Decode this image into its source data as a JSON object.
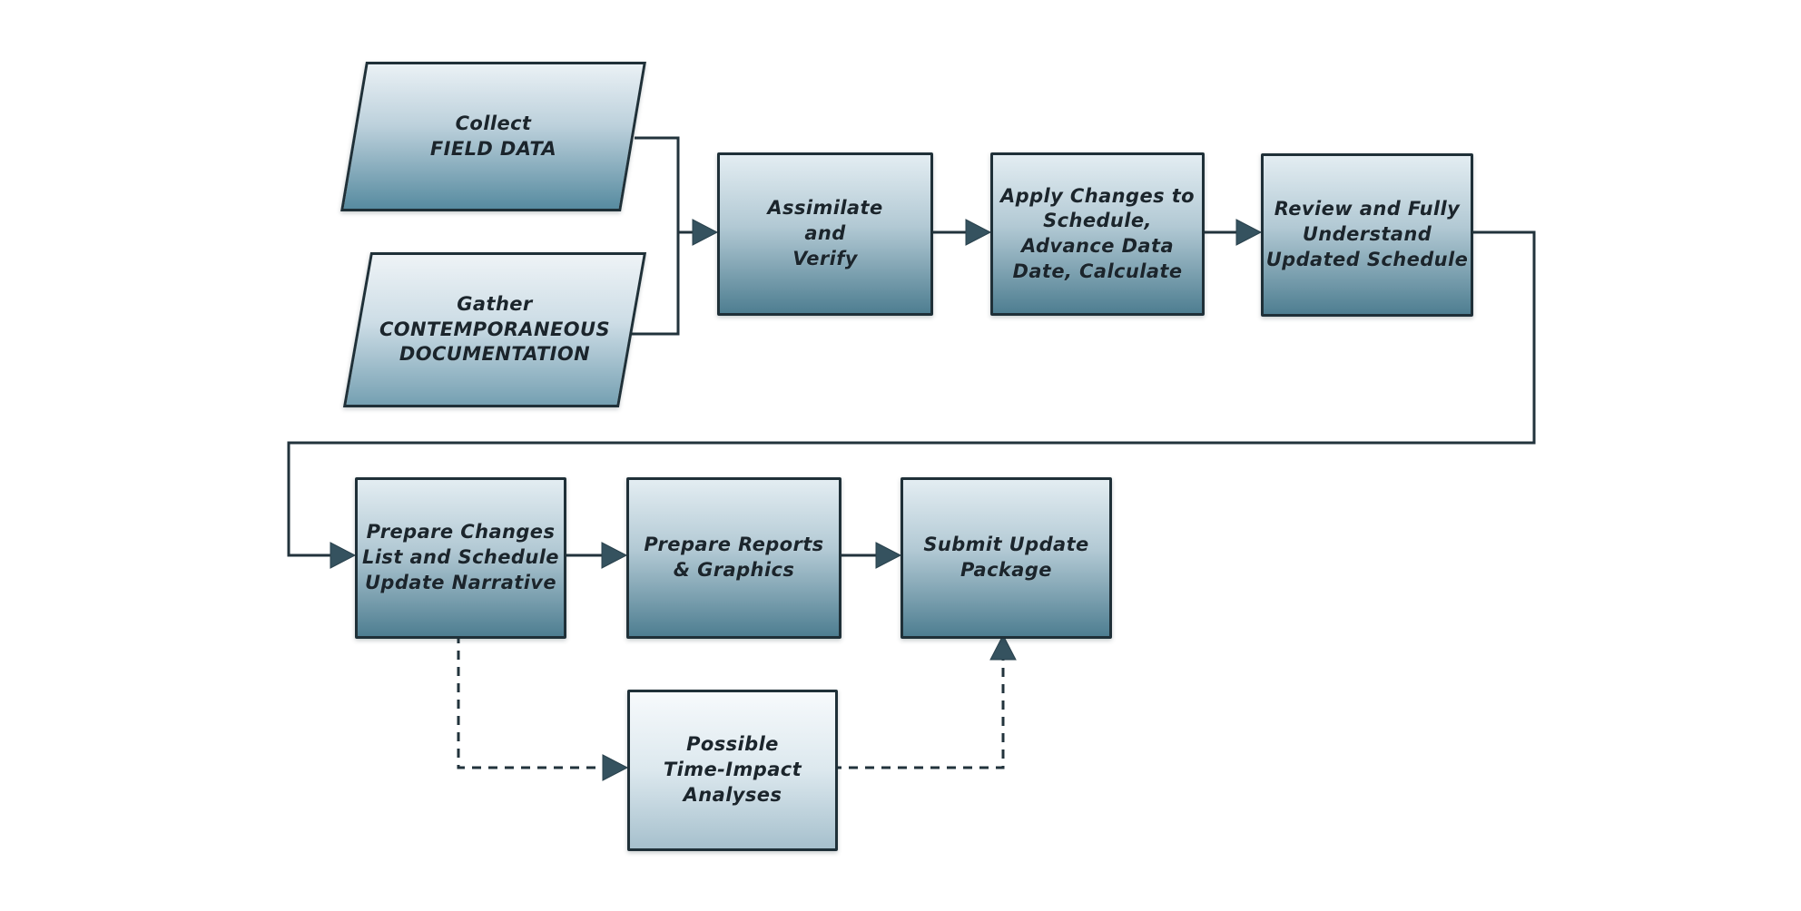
{
  "diagram": {
    "type": "flowchart",
    "background": "#ffffff",
    "colors": {
      "node_border": "#1f3038",
      "node_gradient_top": "#e3edf2",
      "node_gradient_bottom": "#4e7e91",
      "light_node_gradient_bottom": "#a6c0cd",
      "edge_line": "#22333c",
      "arrowhead": "#35525f",
      "text": "#1b252c"
    },
    "nodes": {
      "collect": {
        "shape": "parallelogram",
        "lines": [
          "Collect",
          "FIELD DATA"
        ]
      },
      "gather": {
        "shape": "parallelogram",
        "lines": [
          "Gather",
          "CONTEMPORANEOUS",
          "DOCUMENTATION"
        ]
      },
      "assimilate": {
        "shape": "rectangle",
        "lines": [
          "Assimilate",
          "and",
          "Verify"
        ]
      },
      "apply": {
        "shape": "rectangle",
        "lines": [
          "Apply Changes to",
          "Schedule,",
          "Advance Data",
          "Date, Calculate"
        ]
      },
      "review": {
        "shape": "rectangle",
        "lines": [
          "Review and Fully",
          "Understand",
          "Updated Schedule"
        ]
      },
      "prepare_changes": {
        "shape": "rectangle",
        "lines": [
          "Prepare Changes",
          "List and Schedule",
          "Update Narrative"
        ]
      },
      "prepare_reports": {
        "shape": "rectangle",
        "lines": [
          "Prepare Reports",
          "& Graphics"
        ]
      },
      "submit": {
        "shape": "rectangle",
        "lines": [
          "Submit Update",
          "Package"
        ]
      },
      "possible_tia": {
        "shape": "rectangle",
        "lines": [
          "Possible",
          "Time-Impact",
          "Analyses"
        ]
      }
    },
    "edges": [
      {
        "from": "collect",
        "to": "assimilate",
        "style": "solid"
      },
      {
        "from": "gather",
        "to": "assimilate",
        "style": "solid"
      },
      {
        "from": "assimilate",
        "to": "apply",
        "style": "solid"
      },
      {
        "from": "apply",
        "to": "review",
        "style": "solid"
      },
      {
        "from": "review",
        "to": "prepare_changes",
        "style": "solid"
      },
      {
        "from": "prepare_changes",
        "to": "prepare_reports",
        "style": "solid"
      },
      {
        "from": "prepare_reports",
        "to": "submit",
        "style": "solid"
      },
      {
        "from": "prepare_changes",
        "to": "possible_tia",
        "style": "dashed"
      },
      {
        "from": "possible_tia",
        "to": "submit",
        "style": "dashed"
      }
    ]
  }
}
